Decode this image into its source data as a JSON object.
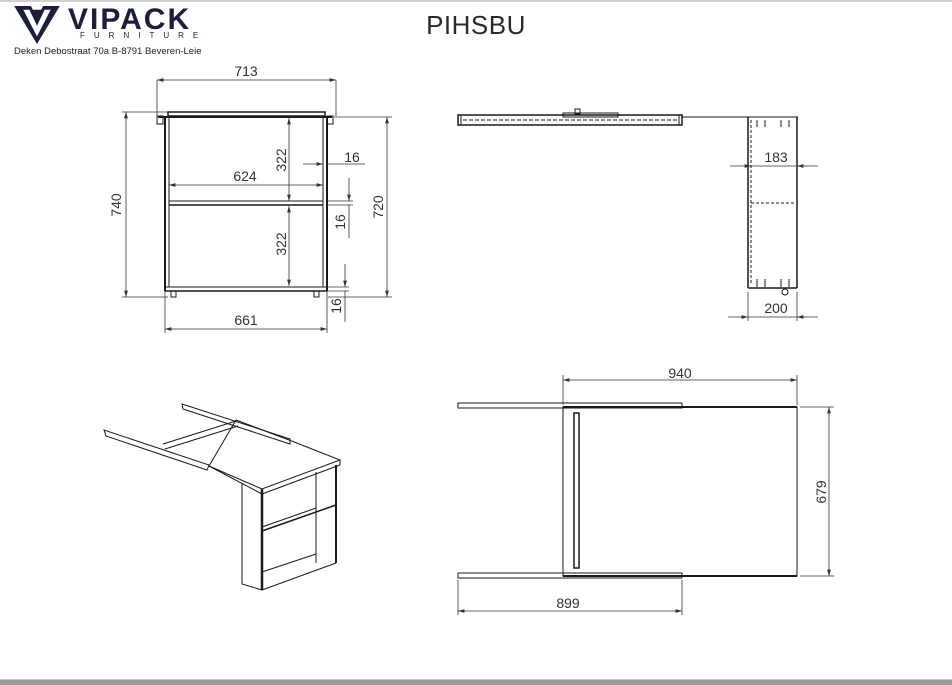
{
  "header": {
    "brand_name": "VIPACK",
    "brand_subtitle": "FURNITURE",
    "address": "Deken Debostraat 70a B-8791 Beveren-Leie",
    "product_code": "PIHSBU",
    "logo_icon": "vipack-v-logo-icon"
  },
  "front_view": {
    "overall_width": "713",
    "inner_width": "624",
    "base_width": "661",
    "overall_height": "740",
    "body_height": "720",
    "upper_compartment": "322",
    "lower_compartment": "322",
    "top_thickness": "16",
    "shelf_thickness": "16",
    "bottom_clearance": "16"
  },
  "side_view": {
    "inner_depth": "183",
    "outer_depth": "200"
  },
  "top_view": {
    "extended_width": "940",
    "depth": "679",
    "rail_length": "899"
  },
  "colors": {
    "line": "#1a1a1a",
    "brand": "#1b1f3b",
    "frame": "#999999"
  }
}
